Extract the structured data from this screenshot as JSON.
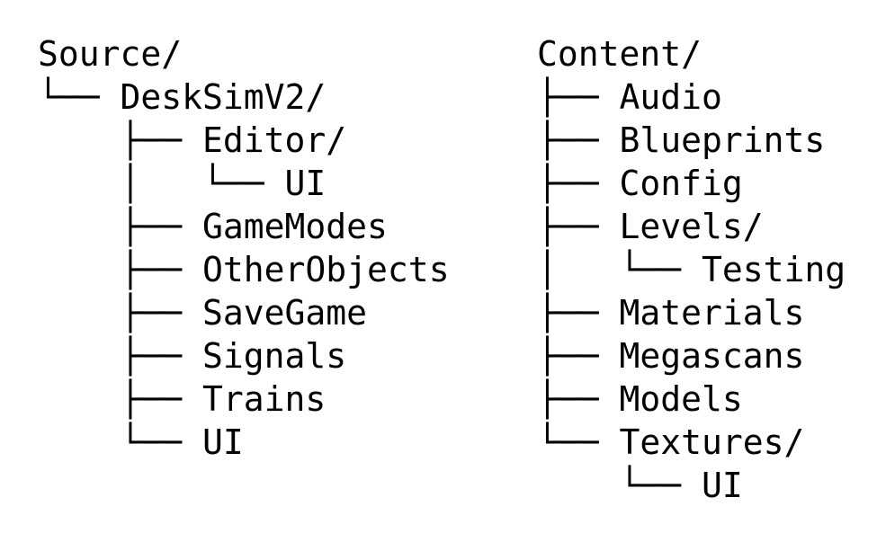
{
  "source": {
    "lines": [
      {
        "prefix": "",
        "label": "Source/"
      },
      {
        "prefix": "└── ",
        "label": "DeskSimV2/"
      },
      {
        "prefix": "    ├── ",
        "label": "Editor/"
      },
      {
        "prefix": "    │   └── ",
        "label": "UI"
      },
      {
        "prefix": "    ├── ",
        "label": "GameModes"
      },
      {
        "prefix": "    ├── ",
        "label": "OtherObjects"
      },
      {
        "prefix": "    ├── ",
        "label": "SaveGame"
      },
      {
        "prefix": "    ├── ",
        "label": "Signals"
      },
      {
        "prefix": "    ├── ",
        "label": "Trains"
      },
      {
        "prefix": "    └── ",
        "label": "UI"
      }
    ]
  },
  "content": {
    "lines": [
      {
        "prefix": "",
        "label": "Content/"
      },
      {
        "prefix": "├── ",
        "label": "Audio"
      },
      {
        "prefix": "├── ",
        "label": "Blueprints"
      },
      {
        "prefix": "├── ",
        "label": "Config"
      },
      {
        "prefix": "├── ",
        "label": "Levels/"
      },
      {
        "prefix": "│   └── ",
        "label": "Testing"
      },
      {
        "prefix": "├── ",
        "label": "Materials"
      },
      {
        "prefix": "├── ",
        "label": "Megascans"
      },
      {
        "prefix": "├── ",
        "label": "Models"
      },
      {
        "prefix": "└── ",
        "label": "Textures/"
      },
      {
        "prefix": "    └── ",
        "label": "UI"
      }
    ]
  }
}
